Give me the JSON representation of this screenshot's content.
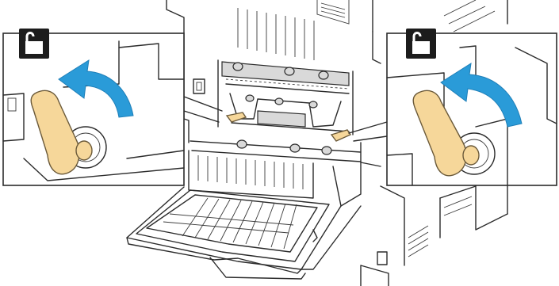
{
  "figure": {
    "subject": "printer-rear-door-fuser-levers",
    "panels": [
      {
        "side": "left",
        "icon": "unlock-icon",
        "action": "rotate-lever-up"
      },
      {
        "side": "right",
        "icon": "unlock-icon",
        "action": "rotate-lever-up"
      }
    ]
  },
  "colors": {
    "arrow": "#2a9bd8",
    "lever": "#f6d79a",
    "lever_stroke": "#6b5a3a",
    "line": "#2b2b2b",
    "lock_badge": "#1c1c1c"
  }
}
